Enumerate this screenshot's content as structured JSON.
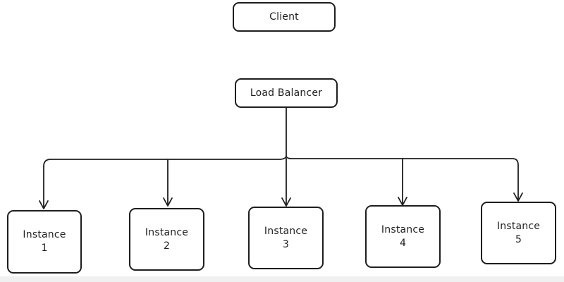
{
  "diagram": {
    "client": {
      "label": "Client"
    },
    "load_balancer": {
      "label": "Load Balancer"
    },
    "instances": [
      {
        "line1": "Instance",
        "line2": "1"
      },
      {
        "line1": "Instance",
        "line2": "2"
      },
      {
        "line1": "Instance",
        "line2": "3"
      },
      {
        "line1": "Instance",
        "line2": "4"
      },
      {
        "line1": "Instance",
        "line2": "5"
      }
    ],
    "colors": {
      "stroke": "#1e1e1e",
      "background": "#ffffff"
    }
  }
}
